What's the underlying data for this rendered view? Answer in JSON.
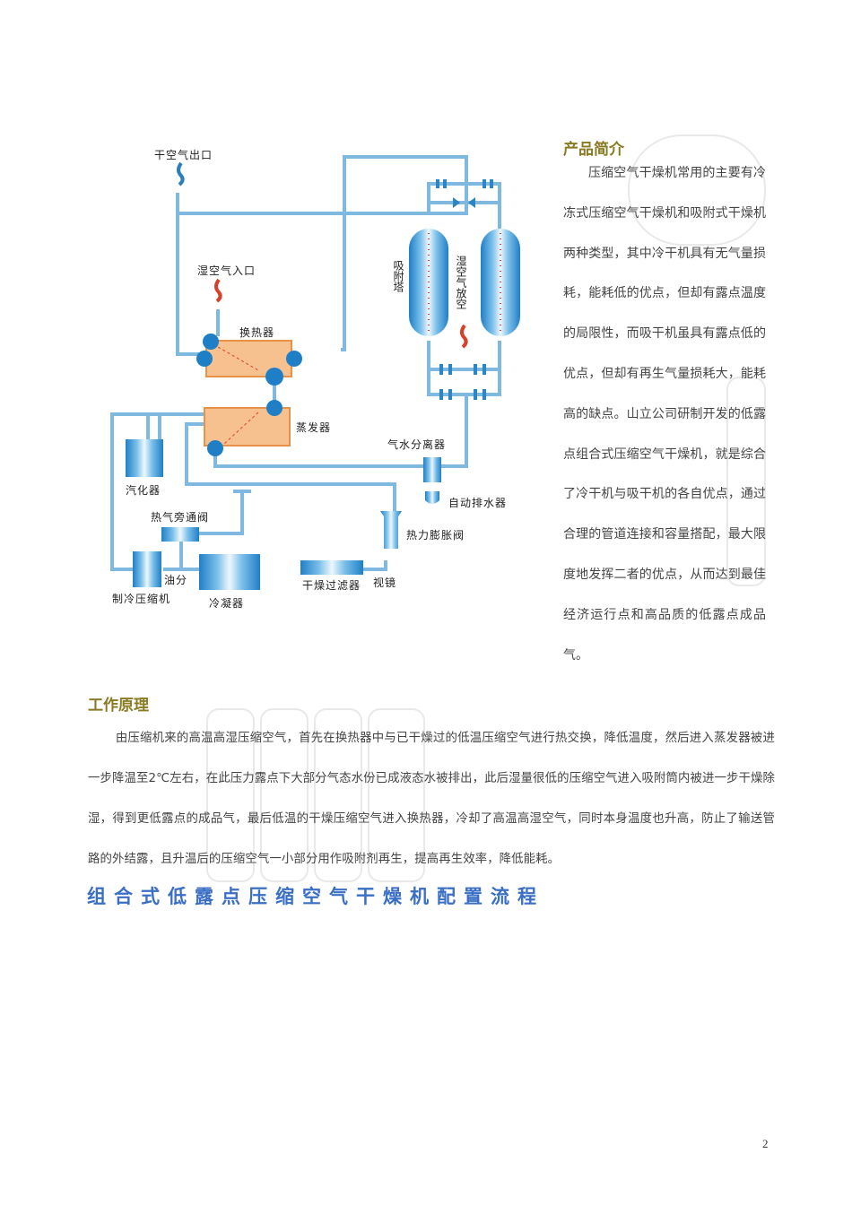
{
  "diagram": {
    "labels": {
      "dry_air_outlet": "干空气出口",
      "wet_air_inlet": "湿空气入口",
      "heat_exchanger": "换热器",
      "adsorption_tower": "吸附塔",
      "wet_air_vent": "湿空气放空",
      "evaporator": "蒸发器",
      "gas_water_separator": "气水分离器",
      "vaporizer": "汽化器",
      "auto_drain": "自动排水器",
      "hot_gas_bypass_valve": "热气旁通阀",
      "thermal_expansion_valve": "热力膨胀阀",
      "oil_separator": "油分",
      "refrigeration_compressor": "制冷压缩机",
      "condenser": "冷凝器",
      "dry_filter": "干燥过滤器",
      "sight_glass": "视镜"
    },
    "colors": {
      "pipe": "#7fb9e0",
      "pipe_dark": "#2d86c4",
      "exchanger_fill": "#f6c08f",
      "exchanger_border": "#e8914a",
      "vessel_dark": "#1f7fc6",
      "vessel_light": "#e8f4fc",
      "wet_air_arrow": "#d9402a",
      "dry_air_arrow": "#2a7ec0"
    }
  },
  "intro": {
    "title": "产品简介",
    "text": "压缩空气干燥机常用的主要有冷冻式压缩空气干燥机和吸附式干燥机两种类型，其中冷干机具有无气量损耗，能耗低的优点，但却有露点温度的局限性，而吸干机虽具有露点低的优点，但却有再生气量损耗大，能耗高的缺点。山立公司研制开发的低露点组合式压缩空气干燥机，就是综合了冷干机与吸干机的各自优点，通过合理的管道连接和容量搭配，最大限度地发挥二者的优点，从而达到最佳经济运行点和高品质的低露点成品气。"
  },
  "principle": {
    "title": "工作原理",
    "text": "由压缩机来的高温高湿压缩空气，首先在换热器中与已干燥过的低温压缩空气进行热交换，降低温度，然后进入蒸发器被进一步降温至2℃左右，在此压力露点下大部分气态水份已成液态水被排出，此后湿量很低的压缩空气进入吸附筒内被进一步干燥除湿，得到更低露点的成品气，最后低温的干燥压缩空气进入换热器，冷却了高温高湿空气，同时本身温度也升高，防止了输送管路的外结露，且升温后的压缩空气一小部分用作吸附剂再生，提高再生效率，降低能耗。"
  },
  "flow_title": "组合式低露点压缩空气干燥机配置流程",
  "page_number": "2",
  "colors": {
    "section_title": "#8a7a22",
    "flow_title": "#3a6fc4",
    "body_text": "#444444"
  }
}
